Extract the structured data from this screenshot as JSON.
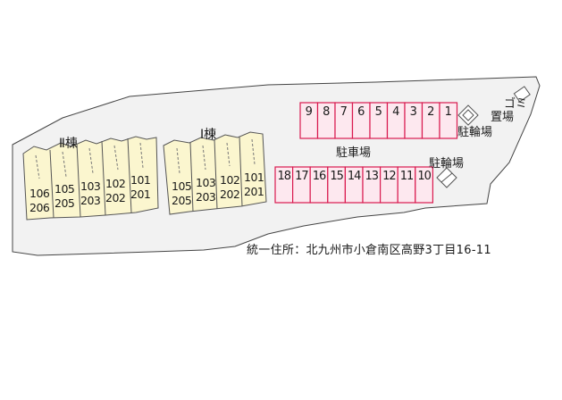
{
  "buildings": {
    "building_2": {
      "name": "Ⅱ棟",
      "units_upper": [
        "106",
        "105",
        "103",
        "102",
        "101"
      ],
      "units_lower": [
        "206",
        "205",
        "203",
        "202",
        "201"
      ]
    },
    "building_1": {
      "name": "Ⅰ棟",
      "units_upper": [
        "105",
        "103",
        "102",
        "101"
      ],
      "units_lower": [
        "205",
        "203",
        "202",
        "201"
      ]
    }
  },
  "parking": {
    "label": "駐車場",
    "row_top": [
      "9",
      "8",
      "7",
      "6",
      "5",
      "4",
      "3",
      "2",
      "1"
    ],
    "row_bottom": [
      "18",
      "17",
      "16",
      "15",
      "14",
      "13",
      "12",
      "11",
      "10"
    ]
  },
  "facilities": {
    "garbage_label_line1": "ゴミ",
    "garbage_label_line2": "置場",
    "bike_parking_upper": "駐輪場",
    "bike_parking_lower": "駐輪場"
  },
  "address": "統一住所：北九州市小倉南区高野3丁目16-11",
  "colors": {
    "site_fill": "#f2f2f2",
    "building_fill": "#fbf6cf",
    "parking_stroke": "#d91a4f",
    "parking_fill": "#fde8ef"
  }
}
